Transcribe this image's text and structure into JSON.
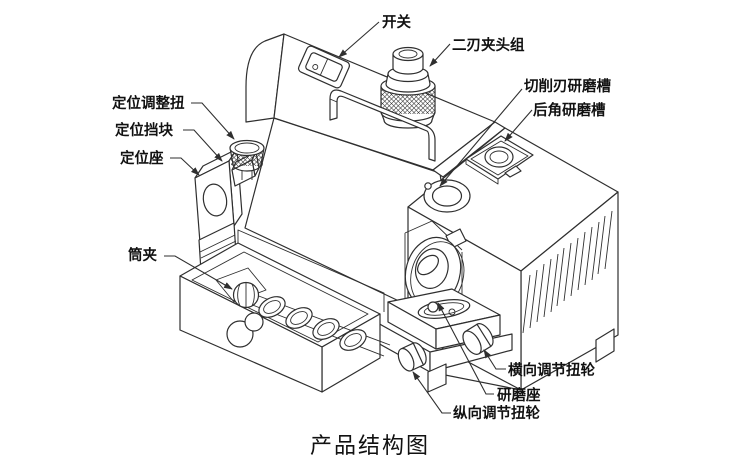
{
  "diagram": {
    "title": "产品结构图",
    "labels": {
      "switch": "开关",
      "chuck": "二刃夹头组",
      "cutting_slot": "切削刃研磨槽",
      "relief_slot": "后角研磨槽",
      "pos_knob": "定位调整扭",
      "pos_block": "定位挡块",
      "pos_seat": "定位座",
      "collet": "筒夹",
      "horiz_wheel": "横向调节扭轮",
      "grind_seat": "研磨座",
      "vert_wheel": "纵向调节扭轮"
    },
    "colors": {
      "ink": "#2f2f2f",
      "background": "#ffffff"
    }
  }
}
